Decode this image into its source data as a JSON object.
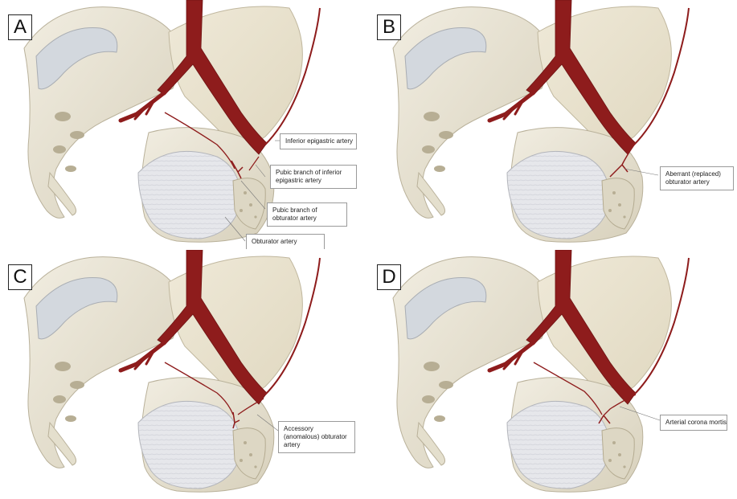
{
  "panels": [
    {
      "letter": "A",
      "labels": {
        "inferior_epigastric": "Inferior epigastric artery",
        "pubic_branch_inferior_epigastric": "Pubic branch of inferior epigastric artery",
        "pubic_branch_obturator": "Pubic branch of obturator artery",
        "obturator": "Obturator artery"
      }
    },
    {
      "letter": "B",
      "labels": {
        "aberrant_obturator": "Aberrant (replaced) obturator artery"
      }
    },
    {
      "letter": "C",
      "labels": {
        "accessory_obturator": "Accessory (anomalous) obturator artery"
      }
    },
    {
      "letter": "D",
      "labels": {
        "corona_mortis": "Arterial corona mortis"
      }
    }
  ],
  "colors": {
    "bone": "#e7e2d2",
    "bone_shadow": "#c9c2ad",
    "cartilage": "#cfd3d8",
    "membrane": "#e4e5e9",
    "artery": "#8e1c1c"
  }
}
